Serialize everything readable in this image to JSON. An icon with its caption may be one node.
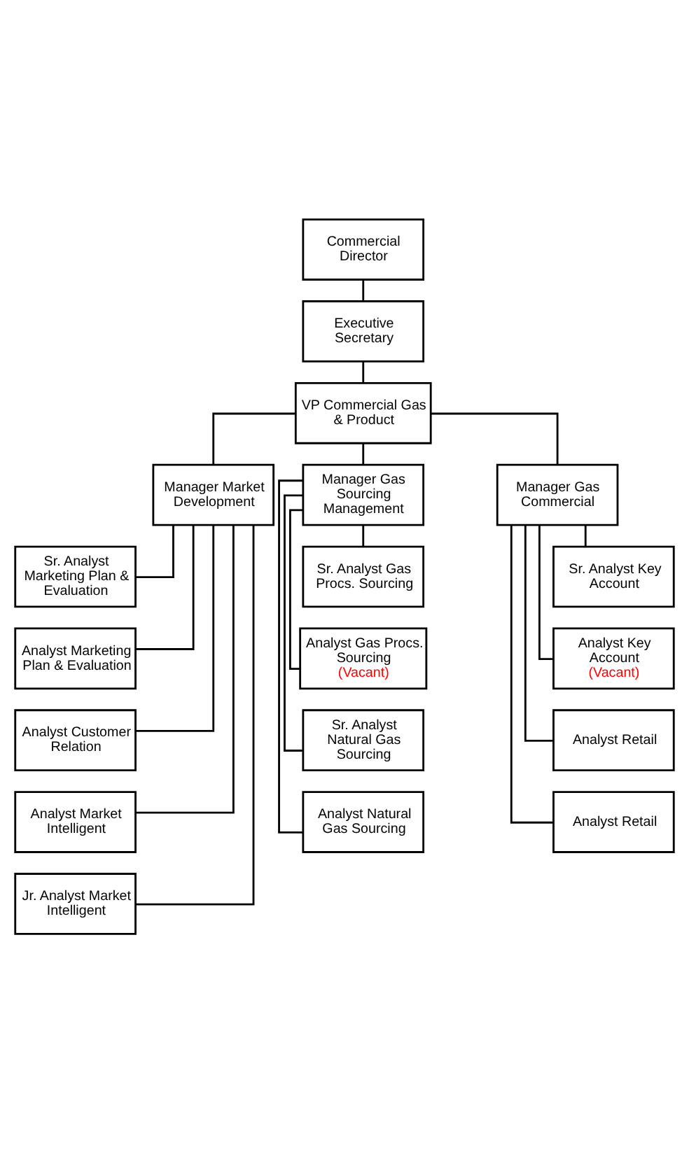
{
  "diagram": {
    "nodes": [
      {
        "text": [
          "Commercial Director"
        ]
      },
      {
        "text": [
          "Executive Secretary"
        ]
      },
      {
        "text": [
          "VP Commercial Gas & Product"
        ]
      },
      {
        "text": [
          "Manager Market Development"
        ]
      },
      {
        "text": [
          "Manager Gas Sourcing Management"
        ]
      },
      {
        "text": [
          "Manager Gas Commercial"
        ]
      },
      {
        "text": [
          "Sr. Analyst Marketing Plan & Evaluation"
        ]
      },
      {
        "text": [
          "Analyst Marketing Plan & Evaluation"
        ]
      },
      {
        "text": [
          "Analyst Customer Relation"
        ]
      },
      {
        "text": [
          "Analyst Market Intelligent"
        ]
      },
      {
        "text": [
          "Jr. Analyst Market Intelligent"
        ]
      },
      {
        "text": [
          "Sr. Analyst Gas Procs. Sourcing"
        ]
      },
      {
        "text": [
          "Analyst Gas Procs. Sourcing",
          "(Vacant)"
        ]
      },
      {
        "text": [
          "Sr. Analyst Natural Gas Sourcing"
        ]
      },
      {
        "text": [
          "Analyst Natural Gas Sourcing"
        ]
      },
      {
        "text": [
          "Sr. Analyst Key Account"
        ]
      },
      {
        "text": [
          "Analyst Key Account",
          "(Vacant)"
        ]
      },
      {
        "text": [
          "Analyst Retail"
        ]
      },
      {
        "text": [
          "Analyst Retail"
        ]
      }
    ],
    "edges": [
      {
        "from": 0,
        "to": 1,
        "arrow": "none"
      },
      {
        "from": 1,
        "to": 2,
        "arrow": "none"
      },
      {
        "from": 2,
        "to": 3,
        "arrow": "none"
      },
      {
        "from": 2,
        "to": 4,
        "arrow": "none"
      },
      {
        "from": 2,
        "to": 5,
        "arrow": "none"
      },
      {
        "from": 3,
        "to": 6,
        "arrow": "none"
      },
      {
        "from": 3,
        "to": 7,
        "arrow": "none"
      },
      {
        "from": 3,
        "to": 8,
        "arrow": "none"
      },
      {
        "from": 3,
        "to": 9,
        "arrow": "none"
      },
      {
        "from": 3,
        "to": 10,
        "arrow": "none"
      },
      {
        "from": 4,
        "to": 11,
        "arrow": "none"
      },
      {
        "from": 4,
        "to": 12,
        "arrow": "none"
      },
      {
        "from": 4,
        "to": 13,
        "arrow": "none"
      },
      {
        "from": 4,
        "to": 14,
        "arrow": "none"
      },
      {
        "from": 5,
        "to": 15,
        "arrow": "none"
      },
      {
        "from": 5,
        "to": 16,
        "arrow": "none"
      },
      {
        "from": 5,
        "to": 17,
        "arrow": "none"
      },
      {
        "from": 5,
        "to": 18,
        "arrow": "none"
      }
    ]
  }
}
